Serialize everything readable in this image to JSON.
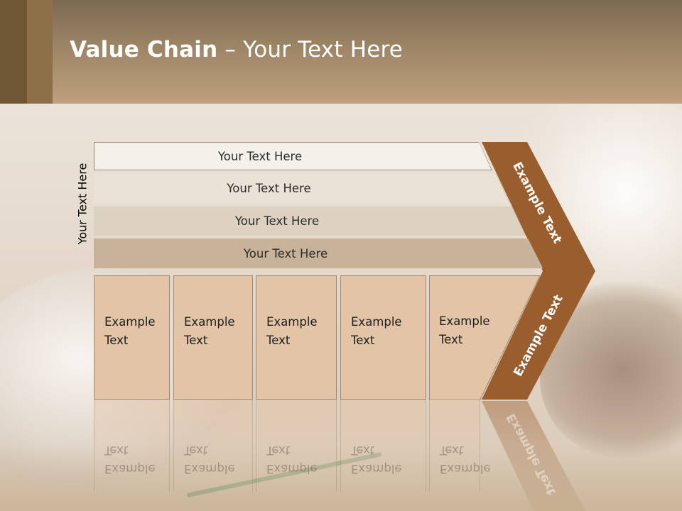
{
  "header": {
    "title_bold": "Value Chain",
    "title_rest": " – Your Text Here"
  },
  "diagram": {
    "side_label": "Your Text Here",
    "rows": [
      {
        "label": "Your Text Here"
      },
      {
        "label": "Your Text Here"
      },
      {
        "label": "Your Text Here"
      },
      {
        "label": "Your Text Here"
      }
    ],
    "boxes": [
      {
        "label": "Example\nText"
      },
      {
        "label": "Example\nText"
      },
      {
        "label": "Example\nText"
      },
      {
        "label": "Example\nText"
      },
      {
        "label": "Example\nText"
      }
    ],
    "chevron_top": "Example Text",
    "chevron_bottom": "Example Text",
    "colors": {
      "chevron": "#9a5d2e",
      "box_fill": "#e3c4a7",
      "header": "#a48a6a"
    }
  }
}
